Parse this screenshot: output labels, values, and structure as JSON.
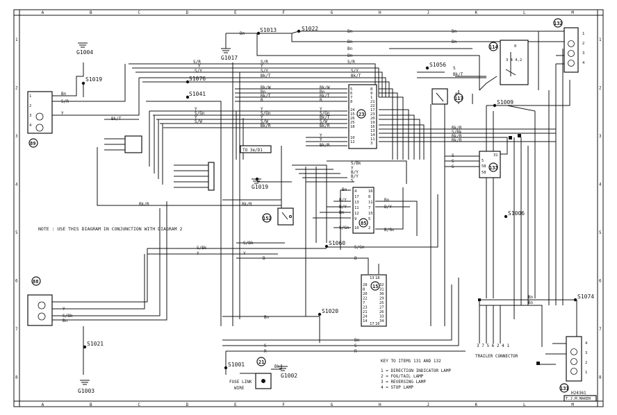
{
  "grid": {
    "cols": [
      "A",
      "B",
      "C",
      "D",
      "E",
      "F",
      "G",
      "H",
      "J",
      "K",
      "L",
      "M"
    ],
    "rows": [
      "1",
      "2",
      "3",
      "4",
      "5",
      "6",
      "7",
      "8"
    ]
  },
  "components": {
    "c89": "89",
    "c88": "88",
    "c23": "23",
    "c85": "85",
    "c15": "15",
    "c152": "152",
    "c133": "133",
    "c114": "114",
    "c117": "117",
    "c132": "132",
    "c131": "131",
    "c21": "21"
  },
  "splices": {
    "s1013": "S1013",
    "s1022": "S1022",
    "s1019": "S1019",
    "s1076": "S1076",
    "s1041": "S1041",
    "s1056": "S1056",
    "s1009": "S1009",
    "s1060": "S1060",
    "s1006": "S1006",
    "s1020": "S1020",
    "s1021": "S1021",
    "s1074": "S1074",
    "s1001": "S1001"
  },
  "grounds": {
    "g1017": "G1017",
    "g1004": "G1004",
    "g1019": "G1019",
    "g1003": "G1003",
    "g1002": "G1002"
  },
  "wire_labels": {
    "bn": "Bn",
    "sr": "S/R",
    "y": "Y",
    "sy": "S/Y",
    "bkt": "Bk/T",
    "bkr": "Bk/R",
    "bkw": "Bk/W",
    "sgn": "S/Gn",
    "b": "B",
    "sw": "S/W",
    "by": "B/Y",
    "r": "R",
    "s": "S",
    "sbk": "S/Bk",
    "bgn": "B/Gn",
    "bk": "Bk"
  },
  "pins_23": {
    "left": [
      "5",
      "6",
      "7",
      "8",
      "24",
      "15",
      "26",
      "25",
      "18",
      "10",
      "12"
    ],
    "right": [
      "8",
      "9",
      "1",
      "21",
      "22",
      "17",
      "23",
      "20",
      "19",
      "16",
      "13",
      "14",
      "11",
      "3"
    ]
  },
  "pins_85": {
    "left": [
      "4",
      "17",
      "13",
      "11",
      "12",
      "9",
      "10"
    ],
    "right": [
      "16",
      "8",
      "11",
      "7",
      "15",
      "5",
      "2"
    ]
  },
  "pins_15": {
    "top": [
      "13",
      "18"
    ],
    "left": [
      "28",
      "8",
      "20",
      "22",
      "7",
      "23",
      "21",
      "24",
      "14"
    ],
    "right": [
      "32",
      "31",
      "30",
      "29",
      "25",
      "27",
      "26",
      "33",
      "34"
    ],
    "bottom": [
      "17",
      "16"
    ]
  },
  "pins_133": {
    "p31": "31",
    "p5": "5",
    "p58a": "58",
    "p58b": "58"
  },
  "connector_89_pins": [
    "1",
    "2",
    "3",
    "4"
  ],
  "lamp_pins": [
    "1",
    "2",
    "3",
    "4"
  ],
  "relay_114": {
    "label": "0",
    "contacts": "3 4 4,2"
  },
  "to_label": "TO 3e/D1",
  "fuse_link": {
    "line1": "FUSE LINK",
    "line2": "WIRE"
  },
  "trailer": {
    "pins": "3 7 5 6 2 4 1",
    "label": "TRAILER CONNECTOR"
  },
  "note": "NOTE : USE THIS DIAGRAM IN CONJUNCTION WITH DIAGRAM 2",
  "key": {
    "title": "KEY TO ITEMS 131 AND 132",
    "items": [
      "1 = DIRECTION INDICATOR LAMP",
      "2 = FOG/TAIL LAMP",
      "3 = REVERSING LAMP",
      "4 = STOP LAMP"
    ]
  },
  "ref": {
    "code": "H24361",
    "maker": "T.J.M.MAKER"
  }
}
